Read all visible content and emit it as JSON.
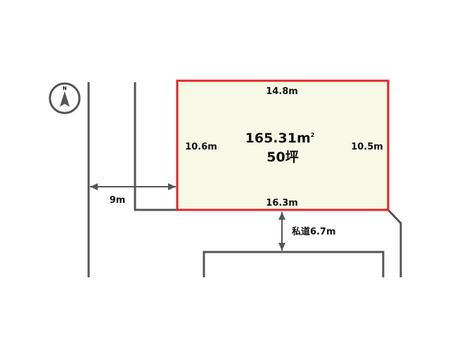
{
  "compass": {
    "label": "N",
    "icon": "north-arrow-icon"
  },
  "lot": {
    "fill_color": "#f8f8e6",
    "border_color": "#e0262b",
    "top_length": "14.8m",
    "bottom_length": "16.3m",
    "left_length": "10.6m",
    "right_length": "10.5m",
    "area_sqm": "165.31m",
    "area_sqm_superscript": "2",
    "area_tsubo": "50坪"
  },
  "road_distance": "9m",
  "private_road": "私道6.7m",
  "line_color": "#555555"
}
